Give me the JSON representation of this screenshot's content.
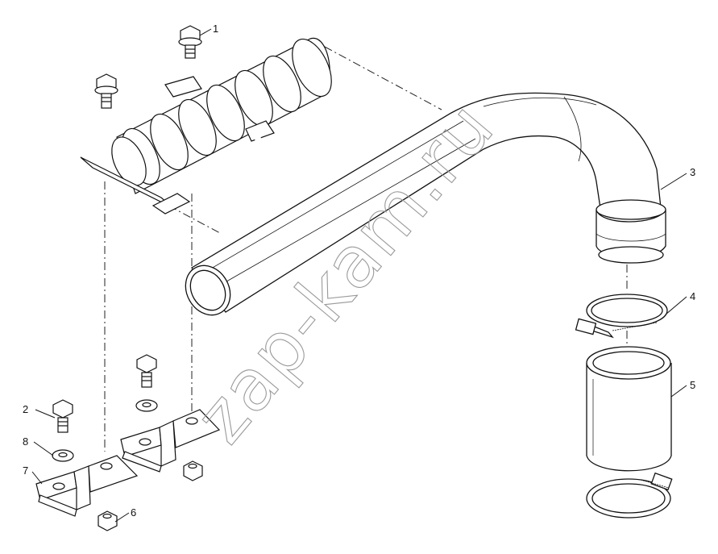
{
  "diagram": {
    "callouts": [
      {
        "id": "1",
        "label": "1"
      },
      {
        "id": "2",
        "label": "2"
      },
      {
        "id": "3",
        "label": "3"
      },
      {
        "id": "4",
        "label": "4"
      },
      {
        "id": "5",
        "label": "5"
      },
      {
        "id": "6",
        "label": "6"
      },
      {
        "id": "7",
        "label": "7"
      },
      {
        "id": "8",
        "label": "8"
      }
    ],
    "watermark": "zap-kam.ru"
  }
}
